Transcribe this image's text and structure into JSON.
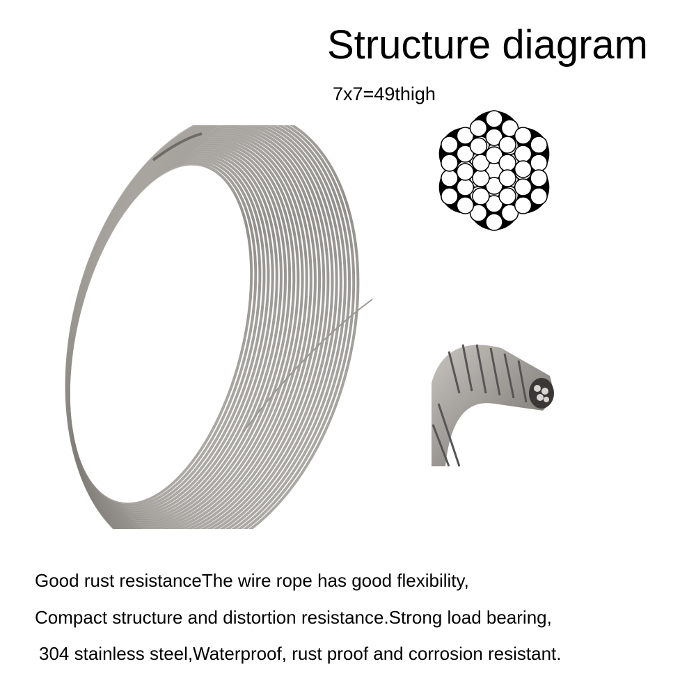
{
  "diagram": {
    "title": "Structure diagram",
    "formula": "7x7=49thigh"
  },
  "description": {
    "line1": "Good rust resistanceThe wire rope has good flexibility,",
    "line2": "Compact structure and distortion resistance.Strong load bearing,",
    "line3": " 304 stainless steel,Waterproof, rust proof and corrosion resistant."
  },
  "colors": {
    "background": "#ffffff",
    "strand_fill": "#ffffff",
    "core_fill": "#000000",
    "steel": "#8c8a86"
  }
}
